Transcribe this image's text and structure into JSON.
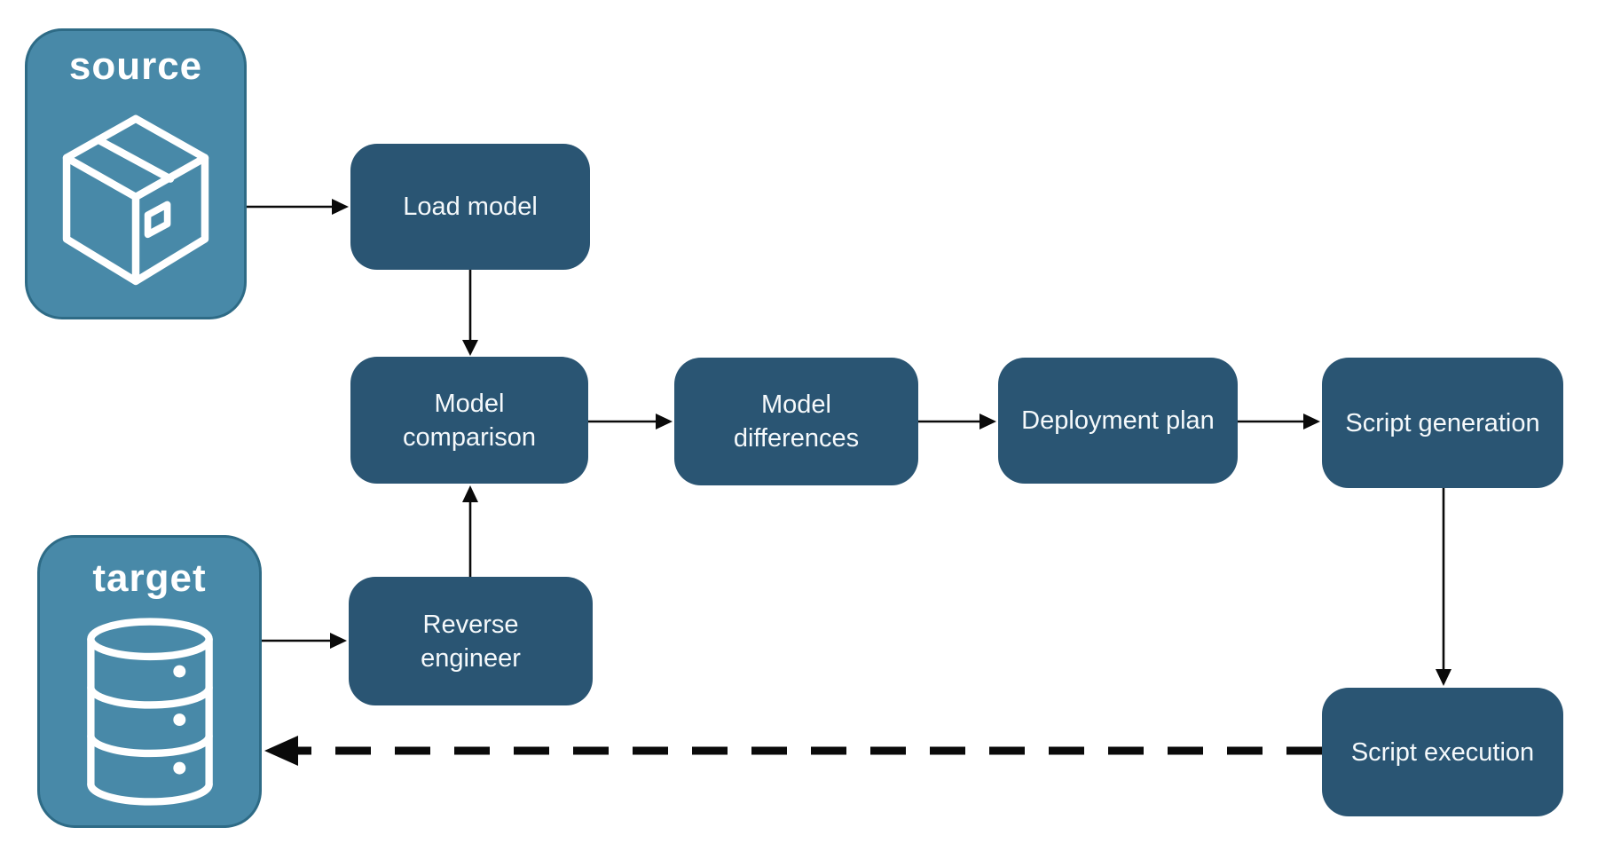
{
  "diagram": {
    "nodes": {
      "source": {
        "label": "source",
        "type": "container",
        "icon": "package-icon"
      },
      "target": {
        "label": "target",
        "type": "container",
        "icon": "database-icon"
      },
      "load_model": {
        "label": "Load model",
        "type": "process"
      },
      "model_comparison": {
        "label": "Model comparison",
        "type": "process"
      },
      "model_differences": {
        "label": "Model differences",
        "type": "process"
      },
      "deployment_plan": {
        "label": "Deployment plan",
        "type": "process"
      },
      "script_generation": {
        "label": "Script generation",
        "type": "process"
      },
      "reverse_engineer": {
        "label": "Reverse engineer",
        "type": "process"
      },
      "script_execution": {
        "label": "Script execution",
        "type": "process"
      }
    },
    "edges": [
      {
        "from": "source",
        "to": "load_model",
        "style": "solid"
      },
      {
        "from": "load_model",
        "to": "model_comparison",
        "style": "solid"
      },
      {
        "from": "model_comparison",
        "to": "model_differences",
        "style": "solid"
      },
      {
        "from": "model_differences",
        "to": "deployment_plan",
        "style": "solid"
      },
      {
        "from": "deployment_plan",
        "to": "script_generation",
        "style": "solid"
      },
      {
        "from": "script_generation",
        "to": "script_execution",
        "style": "solid"
      },
      {
        "from": "reverse_engineer",
        "to": "model_comparison",
        "style": "solid"
      },
      {
        "from": "target",
        "to": "reverse_engineer",
        "style": "solid"
      },
      {
        "from": "script_execution",
        "to": "target",
        "style": "dashed"
      }
    ],
    "colors": {
      "container_fill": "#4889A8",
      "container_border": "#2E6B86",
      "process_fill": "#2A5573",
      "label_text": "#F5F9FB",
      "arrow": "#0A0A0A",
      "background": "#FFFFFF"
    }
  }
}
